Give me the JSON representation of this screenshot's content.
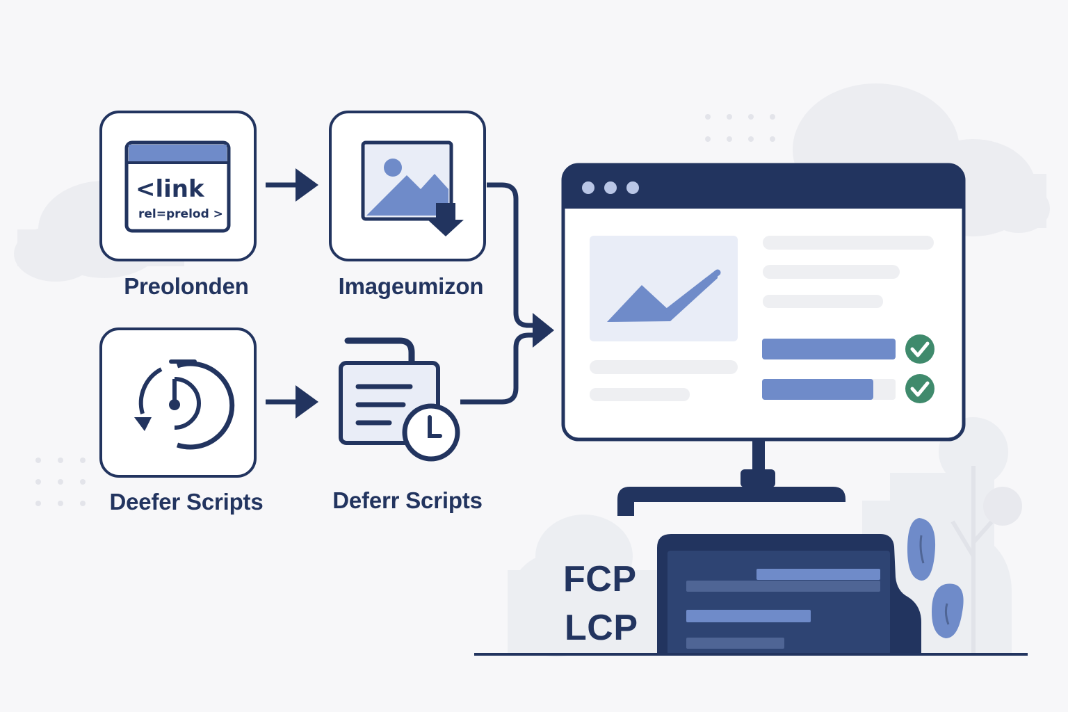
{
  "steps": [
    {
      "label": "Preolonden",
      "icon": "link-preload-icon"
    },
    {
      "label": "Imageumizon",
      "icon": "image-download-icon"
    },
    {
      "label": "Deefer Scripts",
      "icon": "timer-icon"
    },
    {
      "label": "Deferr Scripts",
      "icon": "document-clock-icon"
    }
  ],
  "code_snippet": {
    "line1": "<link",
    "line2": "rel=prelod >"
  },
  "metrics": {
    "fcp": "FCP",
    "lcp": "LCP"
  },
  "colors": {
    "navy": "#22345f",
    "accent": "#6f8bc9",
    "accent_light": "#e9edf7",
    "check_green": "#3f8a6c",
    "background": "#f7f7f9",
    "decor_gray": "#e8e9ee"
  }
}
